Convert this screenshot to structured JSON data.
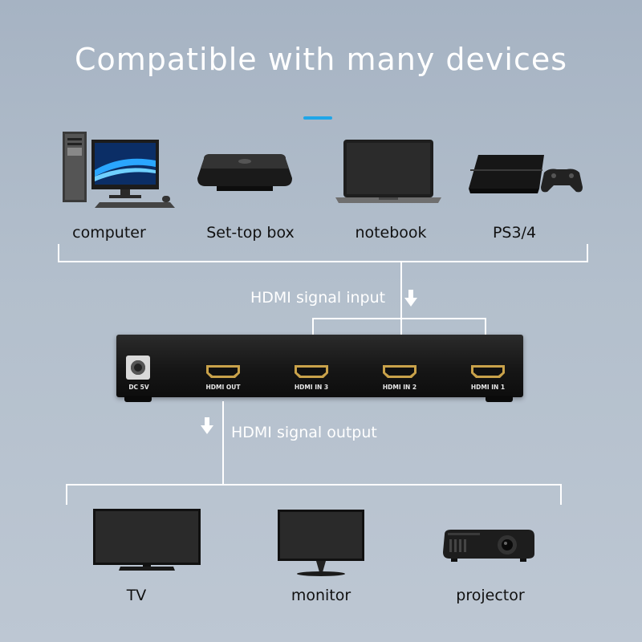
{
  "title": "Compatible with many devices",
  "input_devices": [
    {
      "label": "computer",
      "icon": "computer-icon"
    },
    {
      "label": "Set-top box",
      "icon": "set-top-box-icon"
    },
    {
      "label": "notebook",
      "icon": "notebook-icon"
    },
    {
      "label": "PS3/4",
      "icon": "ps4-console-icon"
    }
  ],
  "input_signal_label": "HDMI signal input",
  "output_signal_label": "HDMI signal output",
  "switch": {
    "ports": [
      {
        "label": "DC 5V",
        "icon": "dc-power-jack-icon"
      },
      {
        "label": "HDMI OUT",
        "icon": "hdmi-port-icon"
      },
      {
        "label": "HDMI IN 3",
        "icon": "hdmi-port-icon"
      },
      {
        "label": "HDMI IN 2",
        "icon": "hdmi-port-icon"
      },
      {
        "label": "HDMI IN 1",
        "icon": "hdmi-port-icon"
      }
    ]
  },
  "output_devices": [
    {
      "label": "TV",
      "icon": "tv-icon"
    },
    {
      "label": "monitor",
      "icon": "monitor-icon"
    },
    {
      "label": "projector",
      "icon": "projector-icon"
    }
  ],
  "colors": {
    "background": "#b3bfcc",
    "accent": "#1fa6e8",
    "lines": "#ffffff",
    "port_gold": "#c9a24a"
  }
}
